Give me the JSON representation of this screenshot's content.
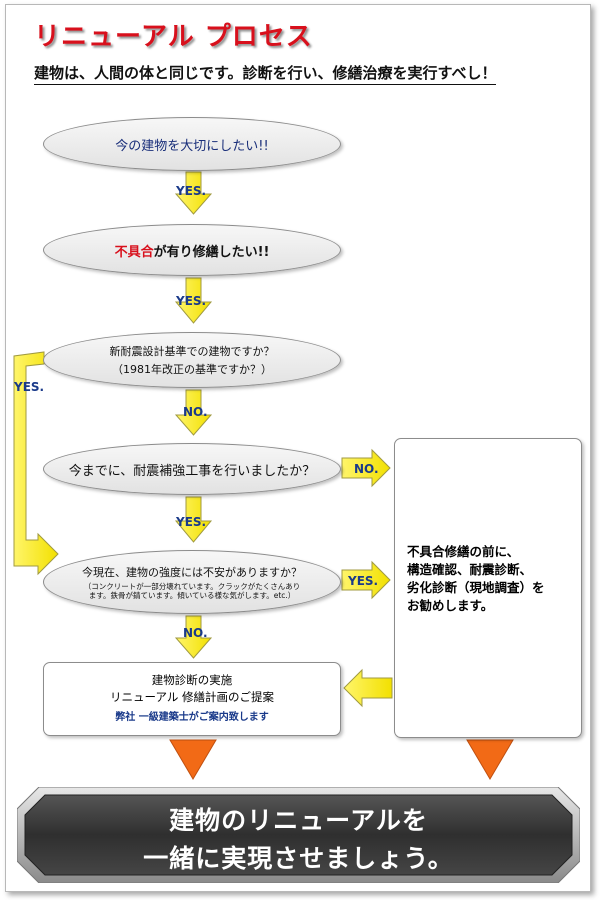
{
  "title": "リニューアル プロセス",
  "subtitle": "建物は、人間の体と同じです。診断を行い、修繕治療を実行すべし！",
  "steps": {
    "q1": "今の建物を大切にしたい!!",
    "q2_red": "不具合",
    "q2_rest": "が有り修繕したい!!",
    "q3_line1": "新耐震設計基準での建物ですか？",
    "q3_line2": "（1981年改正の基準ですか？）",
    "q4": "今までに、耐震補強工事を行いましたか？",
    "q5_line1": "今現在、建物の強度には不安がありますか？",
    "q5_note1": "（コンクリートが一部分壊れています。クラックがたくさんあり",
    "q5_note2": "ます。鉄骨が錆ています。傾いている様な気がします。etc.）"
  },
  "labels": {
    "yes": "YES.",
    "no": "NO."
  },
  "result_box": {
    "line1": "建物診断の実施",
    "line2": "リニューアル 修繕計画のご提案",
    "note": "弊社 一級建築士がご案内致します"
  },
  "side_box": {
    "line1": "不具合修繕の前に、",
    "line2": "構造確認、耐震診断、",
    "line3": "劣化診断（現地調査）を",
    "line4": "お勧めします。"
  },
  "banner": {
    "line1": "建物のリニューアルを",
    "line2": "一緒に実現させましょう。"
  },
  "colors": {
    "title_red": "#d8101c",
    "arrow_yellow": "#fff200",
    "arrow_orange": "#f26a16",
    "label_blue": "#1a3a8a",
    "banner_dark": "#3a3a3a"
  }
}
